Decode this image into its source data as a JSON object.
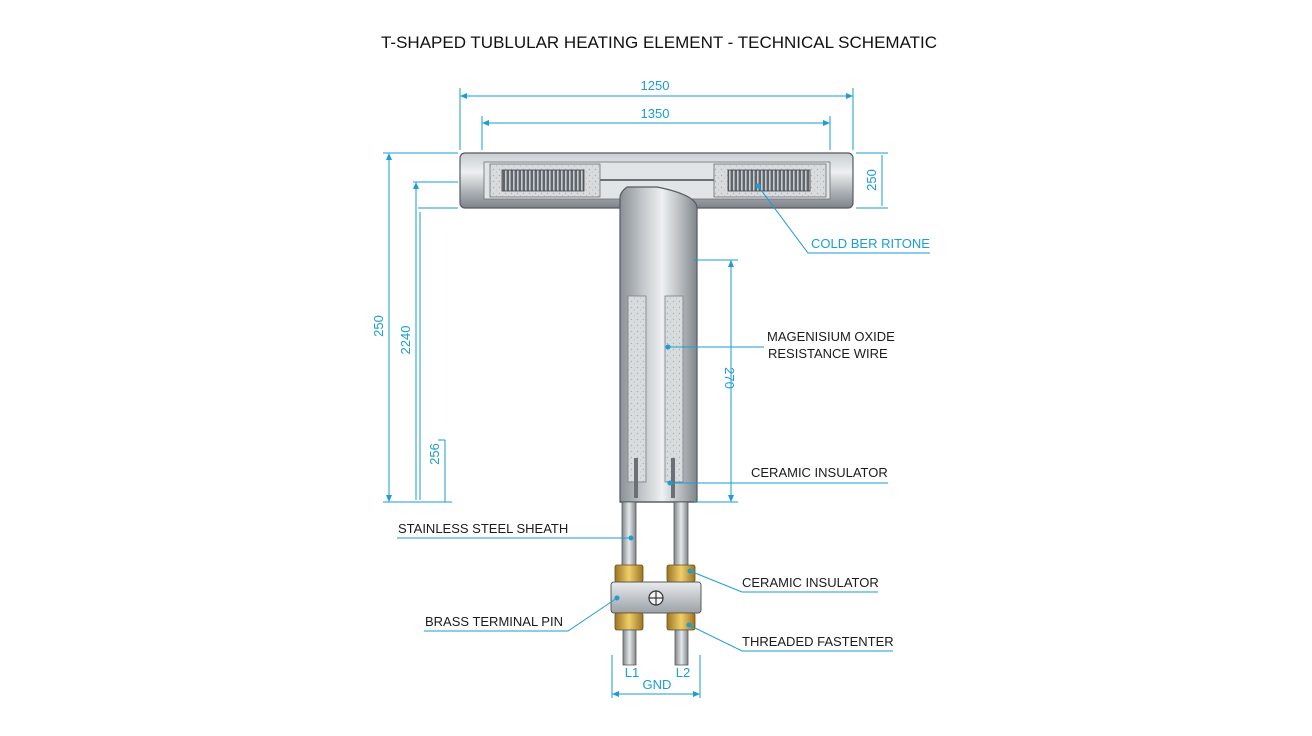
{
  "title": "T-SHAPED TUBLULAR HEATING ELEMENT - TECHNICAL SCHEMATIC",
  "dimensions": {
    "top_outer": "1250",
    "top_inner": "1350",
    "crossbar_height": "250",
    "left_outer": "250",
    "left_middle": "2240",
    "left_inner": "256",
    "stem_right": "270",
    "bottom_gnd": "GND"
  },
  "callouts": {
    "cold_section": "COLD BER RITONE",
    "magnesium_line1": "MAGENISIUM OXIDE",
    "magnesium_line2": "RESISTANCE WIRE",
    "ceramic_insulator_upper": "CERAMIC INSULATOR",
    "stainless_sheath": "STAINLESS STEEL SHEATH",
    "ceramic_insulator_lower": "CERAMIC INSULATOR",
    "brass_pin": "BRASS TERMINAL PIN",
    "threaded_fastener": "THREADED FASTENTER"
  },
  "terminals": {
    "left": "L1",
    "right": "L2"
  },
  "colors": {
    "dimension_blue": "#1a9ed3",
    "sheath_grey": "#a9aeb3",
    "brass": "#c9a23a"
  },
  "icons": {
    "ground_symbol": "ground-screw-icon"
  }
}
